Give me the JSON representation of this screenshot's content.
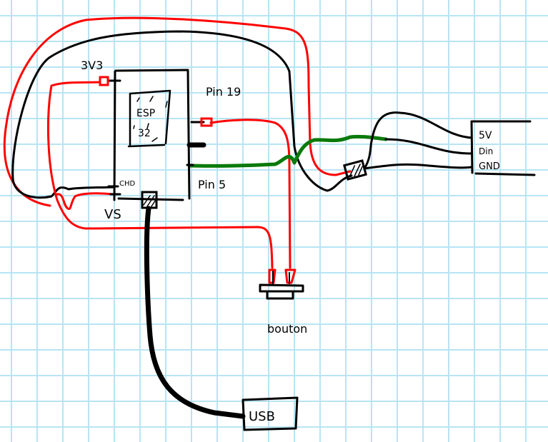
{
  "diagram": {
    "colors": {
      "black": "#000000",
      "red": "#ff0000",
      "green": "#0a7a0a",
      "grid": "#b8e4f4"
    },
    "module": {
      "label_line1": "ESP",
      "label_line2": "32"
    },
    "pins": {
      "v3v3": "3V3",
      "pin19": "Pin 19",
      "pin5": "Pin 5",
      "chd": "CHD",
      "v5": "VS"
    },
    "button": {
      "label": "bouton"
    },
    "usb": {
      "label": "USB"
    },
    "led_strip": {
      "pins": [
        "5V",
        "Din",
        "GND"
      ]
    }
  }
}
